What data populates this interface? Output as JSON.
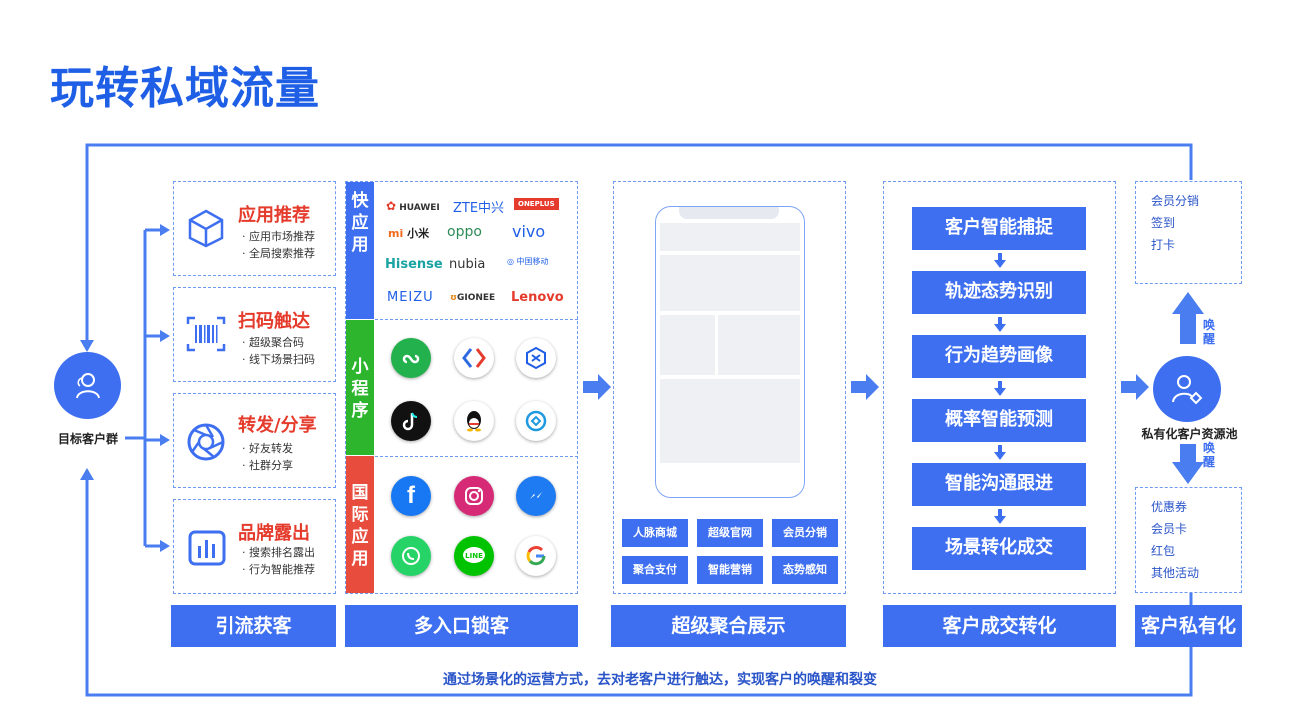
{
  "title": "玩转私域流量",
  "target_group": "目标客户群",
  "private_pool": "私有化客户资源池",
  "bottom_text": "通过场景化的运营方式，去对老客户进行触达，实现客户的唤醒和裂变",
  "wake_label": "唤醒",
  "col1": {
    "footer": "引流获客",
    "cards": [
      {
        "title": "应用推荐",
        "bullets": [
          "· 应用市场推荐",
          "· 全局搜索推荐"
        ],
        "icon": "cube-icon"
      },
      {
        "title": "扫码触达",
        "bullets": [
          "· 超级聚合码",
          "· 线下场景扫码"
        ],
        "icon": "barcode-scan-icon"
      },
      {
        "title": "转发/分享",
        "bullets": [
          "· 好友转发",
          "· 社群分享"
        ],
        "icon": "shutter-icon"
      },
      {
        "title": "品牌露出",
        "bullets": [
          "· 搜索排名露出",
          "· 行为智能推荐"
        ],
        "icon": "bar-chart-icon"
      }
    ]
  },
  "col2": {
    "footer": "多入口锁客",
    "quick_app": "快应用",
    "mini_program": "小程序",
    "intl_app": "国际应用",
    "brands": [
      "HUAWEI",
      "ZTE中兴",
      "ONEPLUS",
      "小米",
      "oppo",
      "vivo",
      "Hisense",
      "nubia",
      "中国移动",
      "MEIZU",
      "GIONEE",
      "Lenovo"
    ]
  },
  "col3": {
    "footer": "超级聚合展示",
    "buttons": [
      "人脉商城",
      "超级官网",
      "会员分销",
      "聚合支付",
      "智能营销",
      "态势感知"
    ]
  },
  "col4": {
    "footer": "客户成交转化",
    "steps": [
      "客户智能捕捉",
      "轨迹态势识别",
      "行为趋势画像",
      "概率智能预测",
      "智能沟通跟进",
      "场景转化成交"
    ]
  },
  "col5": {
    "footer": "客户私有化",
    "top_items": [
      "会员分销",
      "签到",
      "打卡"
    ],
    "bottom_items": [
      "优惠券",
      "会员卡",
      "红包",
      "其他活动"
    ]
  },
  "colors": {
    "accent": "#3d6ff0",
    "title": "#1f5fe6",
    "red": "#e53b2c",
    "green": "#2db52d"
  }
}
